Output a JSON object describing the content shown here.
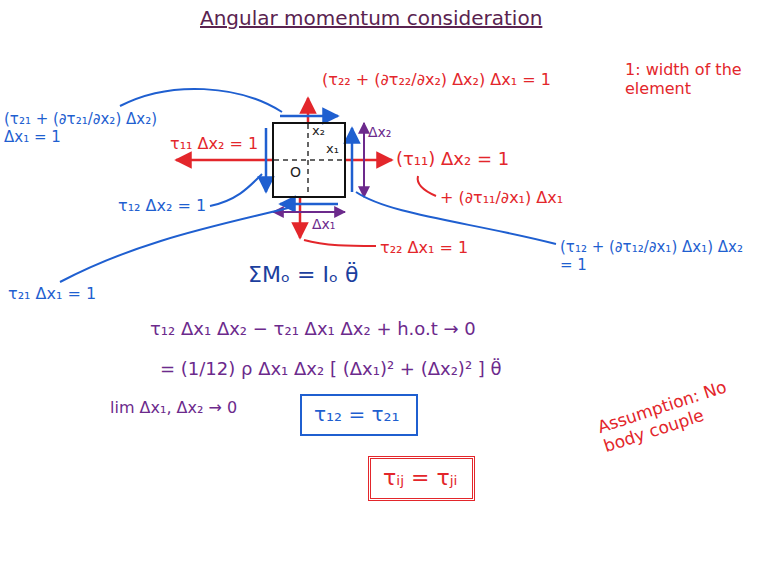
{
  "diagram": {
    "title": "Angular momentum consideration",
    "nodes": [
      {
        "text": [
          "O"
        ]
      },
      {
        "text": [
          "τ₁₂ = τ₂₁"
        ]
      },
      {
        "text": [
          "τᵢⱼ = τⱼᵢ"
        ]
      }
    ],
    "edges": [],
    "labels": [
      "x₂",
      "x₁",
      "(τ₂₂ + (∂τ₂₂/∂x₂) Δx₂) Δx₁ = 1",
      "1: width of the element",
      "(τ₁₁) Δx₂ = 1",
      "+ (∂τ₁₁/∂x₁) Δx₁",
      "τ₁₁ Δx₂ = 1",
      "(τ₂₁ + (∂τ₂₁/∂x₂) Δx₂) Δx₁ = 1",
      "τ₁₂ Δx₂ = 1",
      "τ₂₁ Δx₁ = 1",
      "Δx₁",
      "τ₂₂ Δx₁ = 1",
      "(τ₁₂ + (∂τ₁₂/∂x₁) Δx₁) Δx₂ = 1",
      "ΣMₒ = Iₒ θ̈",
      "τ₁₂ Δx₁ Δx₂ − τ₂₁ Δx₁ Δx₂ + h.o.t → 0",
      "= (1/12) ρ Δx₁ Δx₂ [ (Δx₁)² + (Δx₂)² ] θ̈",
      "lim Δx₁, Δx₂ → 0",
      "Assumption: No body couple",
      "Δx₂"
    ]
  }
}
